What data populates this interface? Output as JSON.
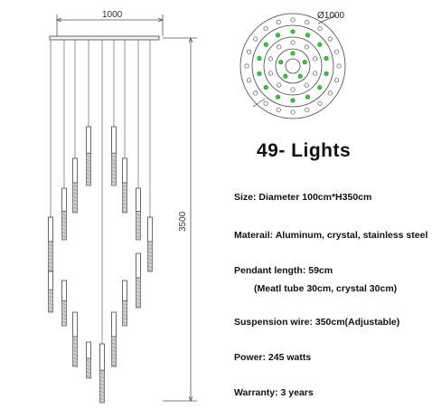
{
  "dimensions": {
    "width_label": "1000",
    "height_label": "3500",
    "diameter_label": "Ø1000"
  },
  "title": "49- Lights",
  "specs": {
    "size": "Size: Diameter 100cm*H350cm",
    "material": "Materail: Aluminum, crystal, stainless steel",
    "pendant_length": "Pendant length: 59cm",
    "pendant_detail": "(Meatl tube 30cm, crystal 30cm)",
    "suspension": "Suspension wire: 350cm(Adjustable)",
    "power": "Power: 245 watts",
    "warranty": "Warranty: 3 years"
  },
  "colors": {
    "line": "#444444",
    "dot_green": "#33cc33",
    "dot_dark": "#555555"
  }
}
